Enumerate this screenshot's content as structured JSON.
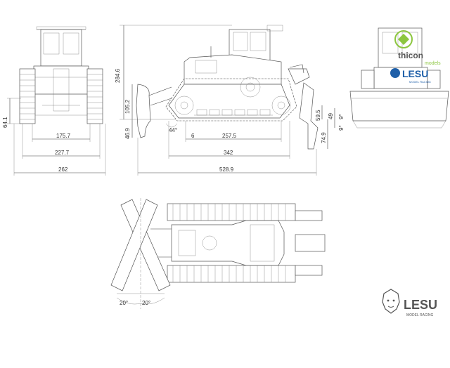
{
  "dimensions": {
    "front_view": {
      "w1": "175.7",
      "w2": "227.7",
      "w3": "262",
      "h_clear": "64.1"
    },
    "side_view": {
      "height": "284.6",
      "h_track": "105.2",
      "h_blade_low": "46.9",
      "angle_front": "44°",
      "small": "6",
      "track_len": "257.5",
      "wheelbase": "342",
      "total_len": "528.9",
      "ripper_h": "59.5",
      "ripper_depth": "74.9",
      "rear_h": "49",
      "angle_rear_1": "9°",
      "angle_rear_2": "9°"
    },
    "top_view": {
      "angle_left": "20°",
      "angle_right": "20°"
    }
  },
  "logos": {
    "thicon": {
      "text": "thicon",
      "sub": "models"
    },
    "lesu_top": {
      "text": "LESU",
      "sub": "MODEL RACING"
    },
    "lesu_bottom": {
      "text": "LESU",
      "sub": "MODEL RACING"
    }
  },
  "colors": {
    "thicon_green": "#8cc63f",
    "lesu_blue": "#1f5fa8",
    "line": "#444444"
  }
}
